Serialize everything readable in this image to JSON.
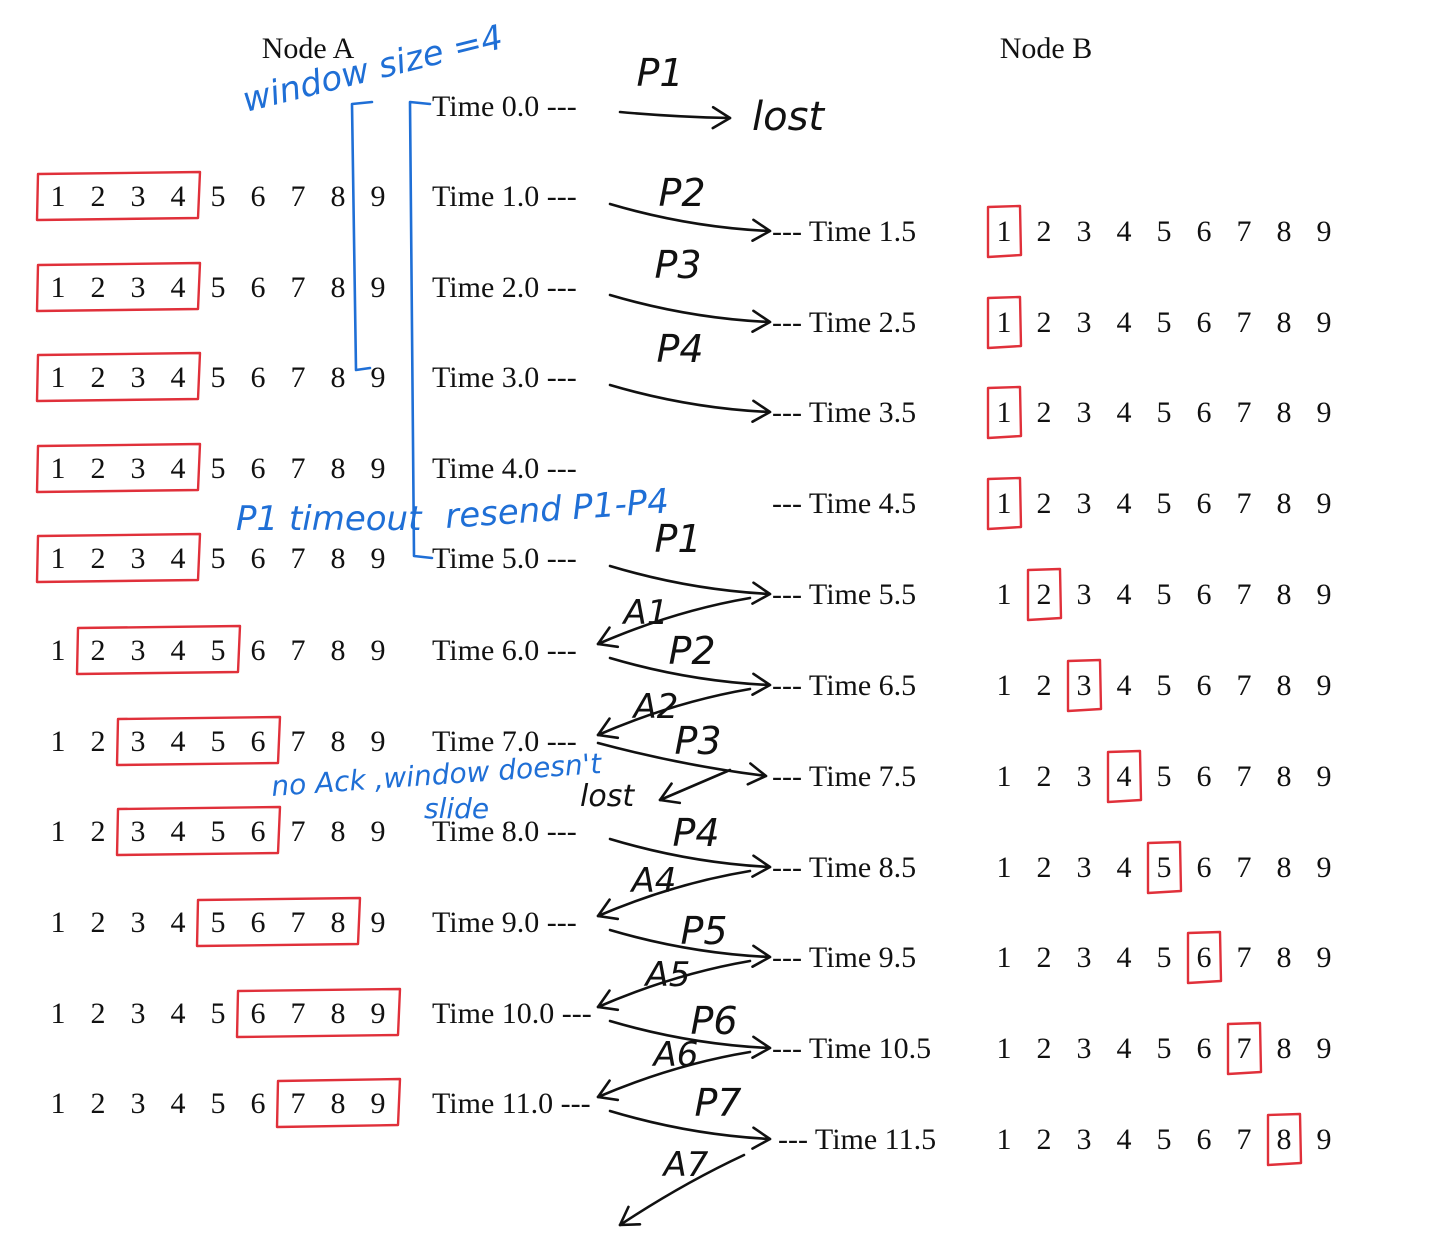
{
  "diagram": {
    "node_a_label": "Node A",
    "node_b_label": "Node B",
    "sequence_numbers": [
      "1",
      "2",
      "3",
      "4",
      "5",
      "6",
      "7",
      "8",
      "9"
    ],
    "dashes": "---",
    "sender_times": [
      "Time 0.0",
      "Time 1.0",
      "Time 2.0",
      "Time 3.0",
      "Time 4.0",
      "Time 5.0",
      "Time 6.0",
      "Time 7.0",
      "Time 8.0",
      "Time 9.0",
      "Time 10.0",
      "Time 11.0"
    ],
    "receiver_times": [
      "Time 1.5",
      "Time 2.5",
      "Time 3.5",
      "Time 4.5",
      "Time 5.5",
      "Time 6.5",
      "Time 7.5",
      "Time 8.5",
      "Time 9.5",
      "Time 10.5",
      "Time 11.5"
    ],
    "sender_windows": [
      {
        "time": "Time 1.0",
        "window": [
          1,
          4
        ]
      },
      {
        "time": "Time 2.0",
        "window": [
          1,
          4
        ]
      },
      {
        "time": "Time 3.0",
        "window": [
          1,
          4
        ]
      },
      {
        "time": "Time 4.0",
        "window": [
          1,
          4
        ]
      },
      {
        "time": "Time 5.0",
        "window": [
          1,
          4
        ]
      },
      {
        "time": "Time 6.0",
        "window": [
          2,
          5
        ]
      },
      {
        "time": "Time 7.0",
        "window": [
          3,
          6
        ]
      },
      {
        "time": "Time 8.0",
        "window": [
          3,
          6
        ]
      },
      {
        "time": "Time 9.0",
        "window": [
          5,
          8
        ]
      },
      {
        "time": "Time 10.0",
        "window": [
          6,
          9
        ]
      },
      {
        "time": "Time 11.0",
        "window": [
          7,
          9
        ]
      }
    ],
    "receiver_expected": [
      {
        "time": "Time 1.5",
        "expected": 1
      },
      {
        "time": "Time 2.5",
        "expected": 1
      },
      {
        "time": "Time 3.5",
        "expected": 1
      },
      {
        "time": "Time 4.5",
        "expected": 1
      },
      {
        "time": "Time 5.5",
        "expected": 2
      },
      {
        "time": "Time 6.5",
        "expected": 3
      },
      {
        "time": "Time 7.5",
        "expected": 4
      },
      {
        "time": "Time 8.5",
        "expected": 5
      },
      {
        "time": "Time 9.5",
        "expected": 6
      },
      {
        "time": "Time 10.5",
        "expected": 7
      },
      {
        "time": "Time 11.5",
        "expected": 8
      }
    ],
    "packet_labels": [
      "P1",
      "P2",
      "P3",
      "P4",
      "P1",
      "P2",
      "P3",
      "P4",
      "P5",
      "P6",
      "P7"
    ],
    "ack_labels": [
      "A1",
      "A2",
      "A4",
      "A5",
      "A6",
      "A7"
    ],
    "lost_labels": [
      "lost",
      "lost"
    ],
    "annotations": {
      "window_size": "window size =4",
      "p1_timeout": "P1 timeout",
      "resend": "resend P1-P4",
      "no_ack_line1": "no Ack ,window doesn't",
      "no_ack_line2": "slide"
    },
    "colors": {
      "ink": "#111111",
      "window_box": "#e0303a",
      "annotation": "#1f6fd6"
    }
  }
}
